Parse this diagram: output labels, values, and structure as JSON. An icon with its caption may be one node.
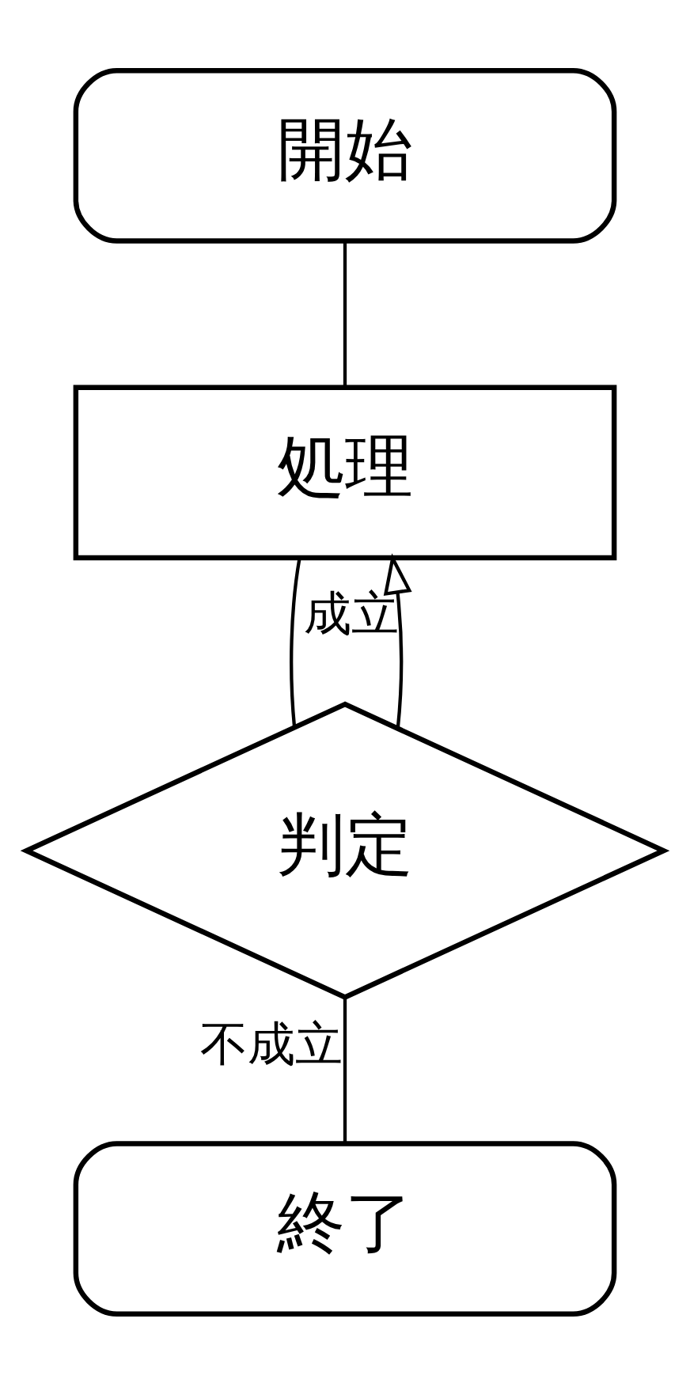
{
  "diagram": {
    "nodes": [
      {
        "text": [
          "開始"
        ]
      },
      {
        "text": [
          "処理"
        ]
      },
      {
        "text": [
          "判定"
        ]
      },
      {
        "text": [
          "終了"
        ]
      }
    ],
    "edges": [
      {
        "from": 0,
        "to": 1,
        "arrow": "none"
      },
      {
        "from": 1,
        "to": 2,
        "arrow": "none"
      },
      {
        "from": 2,
        "to": 1,
        "arrow": "to",
        "label": "成立"
      },
      {
        "from": 2,
        "to": 3,
        "arrow": "none",
        "label": "不成立"
      }
    ]
  }
}
